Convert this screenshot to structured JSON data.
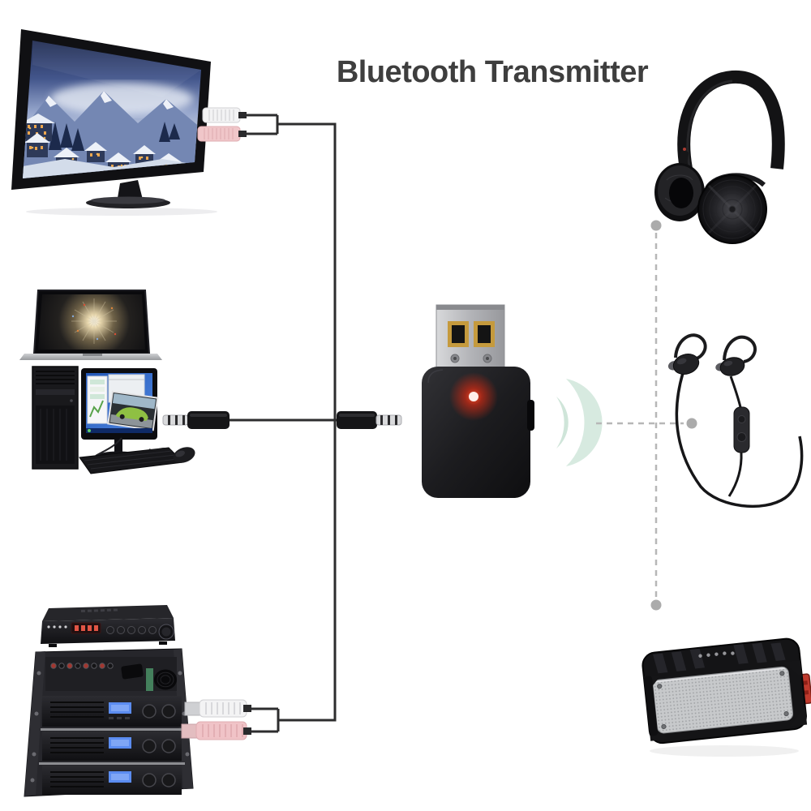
{
  "title": {
    "text": "Bluetooth Transmitter"
  },
  "palette": {
    "background": "#ffffff",
    "title_text": "#3e3e3e",
    "cable": "#2d2d2e",
    "dashed_link": "#b7b7b7",
    "link_dot": "#ababab",
    "led_red": "#ff2d12",
    "signal_mint": "#d7eae0",
    "rca_plug_white": "#f3f3f4",
    "rca_plug_red": "#f0c6c9",
    "aux_plug_metal": "#d9dadc",
    "usb_shell_metal": "#b8b9bd",
    "usb_contacts_gold": "#c59a3d",
    "device_body_black": "#1b1b1d",
    "speaker_grille_silver": "#c7c9cb",
    "speaker_clip_red": "#bf3a2e"
  },
  "transmitter": {
    "name": "USB Bluetooth transmitter dongle",
    "parts": [
      "USB-A plug",
      "status LED (red, lit)",
      "side button"
    ]
  },
  "wired_sources": [
    {
      "id": "tv",
      "name": "Flat-screen TV",
      "cable": "RCA stereo cable",
      "plugs": [
        "white",
        "red"
      ]
    },
    {
      "id": "computer",
      "name": "Laptop and desktop PC",
      "cable": "3.5mm AUX cable",
      "plugs": [
        "3.5mm jack",
        "3.5mm jack"
      ]
    },
    {
      "id": "amplifier",
      "name": "AV receiver and amplifier rack",
      "cable": "RCA stereo cable",
      "plugs": [
        "white",
        "red"
      ]
    }
  ],
  "wireless_receivers": [
    {
      "id": "headphones",
      "name": "Over-ear Bluetooth headphones"
    },
    {
      "id": "earbuds",
      "name": "Sport Bluetooth earbuds with inline remote"
    },
    {
      "id": "speaker",
      "name": "Rugged portable Bluetooth speaker"
    }
  ],
  "connections": {
    "wired": [
      {
        "from": "tv",
        "to": "transmitter",
        "via": "rca"
      },
      {
        "from": "computer",
        "to": "transmitter",
        "via": "aux-3.5mm"
      },
      {
        "from": "amplifier",
        "to": "transmitter",
        "via": "rca"
      }
    ],
    "wireless": [
      {
        "from": "transmitter",
        "to": "headphones"
      },
      {
        "from": "transmitter",
        "to": "earbuds"
      },
      {
        "from": "transmitter",
        "to": "speaker"
      }
    ]
  }
}
